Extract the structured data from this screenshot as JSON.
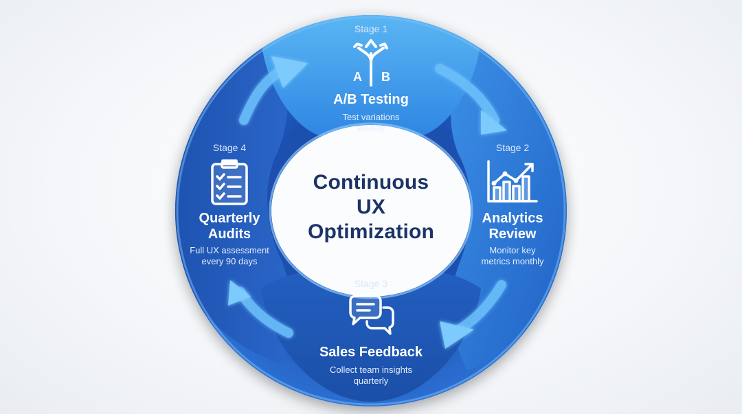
{
  "center": {
    "lines": [
      "Continuous",
      "UX",
      "Optimization"
    ]
  },
  "stages": [
    {
      "label": "Stage 1",
      "title": "A/B Testing",
      "desc_lines": [
        "Test variations",
        "weekly"
      ],
      "icon": "ab-split-icon",
      "icon_text_a": "A",
      "icon_text_b": "B"
    },
    {
      "label": "Stage 2",
      "title_lines": [
        "Analytics",
        "Review"
      ],
      "desc_lines": [
        "Monitor key",
        "metrics monthly"
      ],
      "icon": "analytics-chart-icon"
    },
    {
      "label": "Stage 3",
      "title": "Sales Feedback",
      "desc_lines": [
        "Collect team insights",
        "quarterly"
      ],
      "icon": "chat-bubbles-icon"
    },
    {
      "label": "Stage 4",
      "title_lines": [
        "Quarterly",
        "Audits"
      ],
      "desc_lines": [
        "Full UX assessment",
        "every 90 days"
      ],
      "icon": "clipboard-checklist-icon"
    }
  ],
  "colors": {
    "ring_dark": "#1f57b8",
    "ring_mid": "#2a73d8",
    "ring_light": "#4aa6ef",
    "title_text": "#1b3367",
    "arrow": "#5fb3f5"
  }
}
